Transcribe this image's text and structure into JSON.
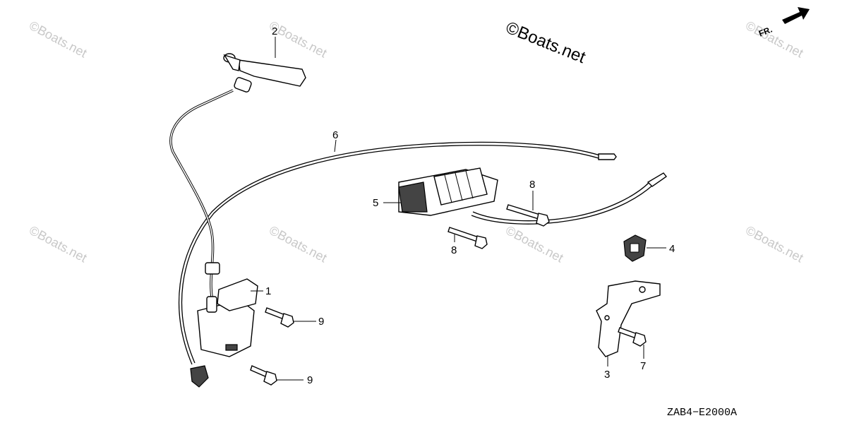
{
  "watermark": {
    "main": "©Boats.net",
    "faint": "©Boats.net"
  },
  "front_indicator": "FR.",
  "diagram_code": "ZAB4−E2000A",
  "callouts": {
    "c1": "1",
    "c2": "2",
    "c3": "3",
    "c4": "4",
    "c5": "5",
    "c6": "6",
    "c7": "7",
    "c8a": "8",
    "c8b": "8",
    "c9a": "9",
    "c9b": "9"
  }
}
